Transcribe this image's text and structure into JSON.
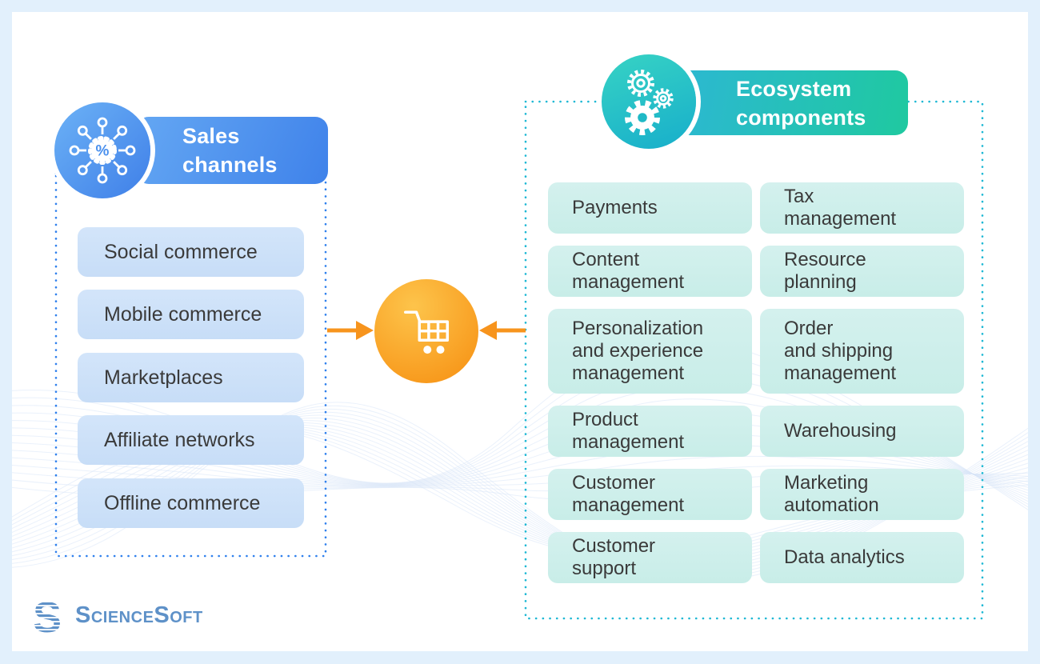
{
  "left_panel": {
    "title_lines": [
      "Sales",
      "channels"
    ],
    "items": [
      "Social commerce",
      "Mobile commerce",
      "Marketplaces",
      "Affiliate networks",
      "Offline commerce"
    ]
  },
  "right_panel": {
    "title_lines": [
      "Ecosystem",
      "components"
    ],
    "items": [
      "Payments",
      "Tax\nmanagement",
      "Content\nmanagement",
      "Resource\nplanning",
      "Personalization\nand experience\nmanagement",
      "Order\nand shipping\nmanagement",
      "Product\nmanagement",
      "Warehousing",
      "Customer\nmanagement",
      "Marketing\nautomation",
      "Customer\nsupport",
      "Data analytics"
    ]
  },
  "center": {
    "icon": "shopping-cart-icon"
  },
  "logo": {
    "text": "ScienceSoft"
  },
  "colors": {
    "frame": "#E2F0FC",
    "left_accent": "#4A90EE",
    "left_item_bg": "#CCE1F8",
    "left_dots": "#2F80ED",
    "right_accent_start": "#2DB7D4",
    "right_accent_end": "#1FC9A0",
    "right_item_bg": "#CDEFEB",
    "right_dots": "#1EB8D4",
    "center_orange": "#F7941D",
    "text_dark": "#3A3A3A",
    "logo_blue": "#5E91C8"
  }
}
